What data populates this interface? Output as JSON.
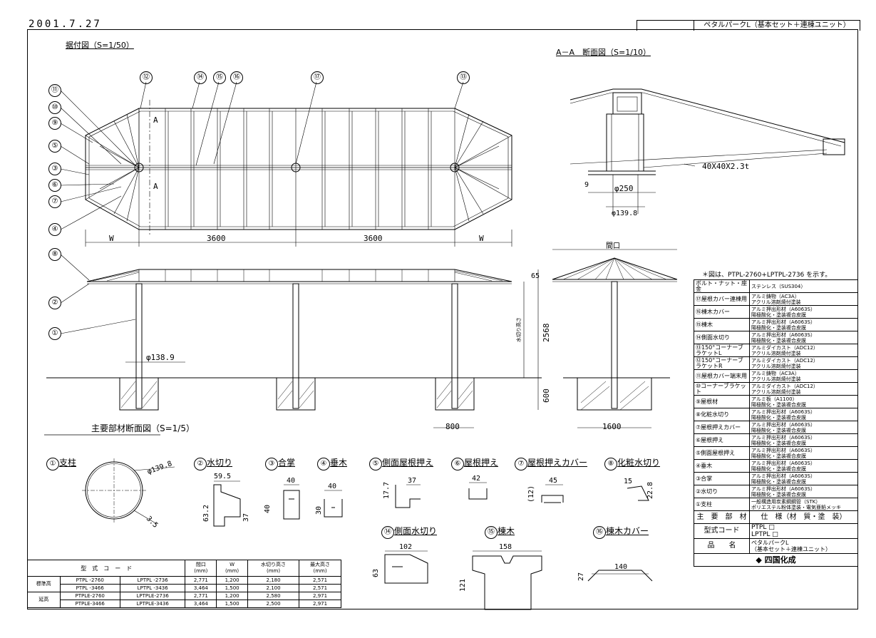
{
  "header": {
    "date": "2001.7.27",
    "product_title": "ペタルパークL（基本セット＋連棟ユニット）"
  },
  "views": {
    "plan_title": "据付図（S=1/50）",
    "section_aa_title": "A－A　断面図（S=1/10）",
    "parts_title": "主要部材断面図（S=1/5）",
    "note": "＊図は、PTPL-2760+LPTPL-2736 を示す。"
  },
  "callouts": [
    "⑫",
    "⑭",
    "⑮",
    "⑯",
    "⑰",
    "⑬",
    "⑪",
    "⑩",
    "⑨",
    "⑤",
    "③",
    "⑥",
    "⑦",
    "④",
    "⑧",
    "②",
    "①"
  ],
  "dimensions": {
    "w_left": "W",
    "span1": "3600",
    "span2": "3600",
    "w_right": "W",
    "section_a": "A",
    "height_65": "65",
    "height_2568": "2568",
    "eave_label": "水切り高さ",
    "depth_600": "600",
    "pole_dia": "φ138.9",
    "footing_800": "800",
    "footing_1600": "1600",
    "frontage": "間口",
    "aa_tube": "40X40X2.3t",
    "aa_9": "9",
    "aa_250": "φ250",
    "aa_139": "φ139.8"
  },
  "parts": [
    {
      "no": "①",
      "name": "支柱",
      "dims": [
        "φ139.8",
        "3.5"
      ]
    },
    {
      "no": "②",
      "name": "水切り",
      "dims": [
        "59.5",
        "63.2",
        "37"
      ]
    },
    {
      "no": "③",
      "name": "合掌",
      "dims": [
        "40",
        "40"
      ]
    },
    {
      "no": "④",
      "name": "垂木",
      "dims": [
        "40",
        "30"
      ]
    },
    {
      "no": "⑤",
      "name": "側面屋根押え",
      "dims": [
        "37",
        "17.7"
      ]
    },
    {
      "no": "⑥",
      "name": "屋根押え",
      "dims": [
        "42"
      ]
    },
    {
      "no": "⑦",
      "name": "屋根押えカバー",
      "dims": [
        "45",
        "(12)"
      ]
    },
    {
      "no": "⑧",
      "name": "化粧水切り",
      "dims": [
        "15",
        "22.8"
      ]
    },
    {
      "no": "⑭",
      "name": "側面水切り",
      "dims": [
        "102",
        "63"
      ]
    },
    {
      "no": "⑮",
      "name": "棟木",
      "dims": [
        "158",
        "121"
      ]
    },
    {
      "no": "⑯",
      "name": "棟木カバー",
      "dims": [
        "140",
        "27"
      ]
    }
  ],
  "spec_table": [
    {
      "part": "ボルト・ナット・座金",
      "spec": "ステンレス（SUS304）"
    },
    {
      "part": "⑰屋根カバー連棟用",
      "spec": "アルミ鋳物（AC3A）\nアクリル溶剤焼付塗装"
    },
    {
      "part": "⑯棟木カバー",
      "spec": "アルミ押出形材（A6063S）\n陽極酸化・塗装複合皮膜"
    },
    {
      "part": "⑮棟木",
      "spec": "アルミ押出形材（A6063S）\n陽極酸化・塗装複合皮膜"
    },
    {
      "part": "⑭側面水切り",
      "spec": "アルミ押出形材（A6063S）\n陽極酸化・塗装複合皮膜"
    },
    {
      "part": "⑬150°コーナーブラケットL",
      "spec": "アルミダイカスト（ADC12）\nアクリル溶剤焼付塗装"
    },
    {
      "part": "⑫150°コーナーブラケットR",
      "spec": "アルミダイカスト（ADC12）\nアクリル溶剤焼付塗装"
    },
    {
      "part": "⑪屋根カバー端末用",
      "spec": "アルミ鋳物（AC3A）\nアクリル溶剤焼付塗装"
    },
    {
      "part": "⑩コーナーブラケット",
      "spec": "アルミダイカスト（ADC12）\nアクリル溶剤焼付塗装"
    },
    {
      "part": "⑨屋根材",
      "spec": "アルミ板（A1100）\n陽極酸化・塗装複合皮膜"
    },
    {
      "part": "⑧化粧水切り",
      "spec": "アルミ押出形材（A6063S）\n陽極酸化・塗装複合皮膜"
    },
    {
      "part": "⑦屋根押えカバー",
      "spec": "アルミ押出形材（A6063S）\n陽極酸化・塗装複合皮膜"
    },
    {
      "part": "⑥屋根押え",
      "spec": "アルミ押出形材（A6063S）\n陽極酸化・塗装複合皮膜"
    },
    {
      "part": "⑤側面屋根押え",
      "spec": "アルミ押出形材（A6063S）\n陽極酸化・塗装複合皮膜"
    },
    {
      "part": "④垂木",
      "spec": "アルミ押出形材（A6063S）\n陽極酸化・塗装複合皮膜"
    },
    {
      "part": "③合掌",
      "spec": "アルミ押出形材（A6063S）\n陽極酸化・塗装複合皮膜"
    },
    {
      "part": "②水切り",
      "spec": "アルミ押出形材（A6063S）\n陽極酸化・塗装複合皮膜"
    },
    {
      "part": "①支柱",
      "spec": "一般構造用炭素鋼鋼管（STK）\nポリエステル粉体塗装・電気亜鉛メッキ"
    }
  ],
  "spec_footer": {
    "col1": "主　要　部　材",
    "col2": "仕　様（材　質・塗　装）",
    "code_label": "型式コード",
    "code_value1": "PTPL",
    "code_value2": "LPTPL",
    "name_label": "品　　名",
    "name_value": "ペタルパークL\n（基本セット＋連棟ユニット）",
    "maker": "四国化成"
  },
  "model_table": {
    "headers": [
      "型　式　コ　ー　ド",
      "間口\n(mm)",
      "W\n(mm)",
      "水切り高さ\n(mm)",
      "最大高さ\n(mm)"
    ],
    "groups": [
      {
        "label": "標準高",
        "rows": [
          [
            "PTPL -2760",
            "LPTPL -2736",
            "2,771",
            "1,200",
            "2,180",
            "2,571"
          ],
          [
            "PTPL -3466",
            "LPTPL -3436",
            "3,464",
            "1,500",
            "2,100",
            "2,571"
          ]
        ]
      },
      {
        "label": "延高",
        "rows": [
          [
            "PTPLE-2760",
            "LPTPLE-2736",
            "2,771",
            "1,200",
            "2,580",
            "2,971"
          ],
          [
            "PTPLE-3466",
            "LPTPLE-3436",
            "3,464",
            "1,500",
            "2,500",
            "2,971"
          ]
        ]
      }
    ]
  }
}
